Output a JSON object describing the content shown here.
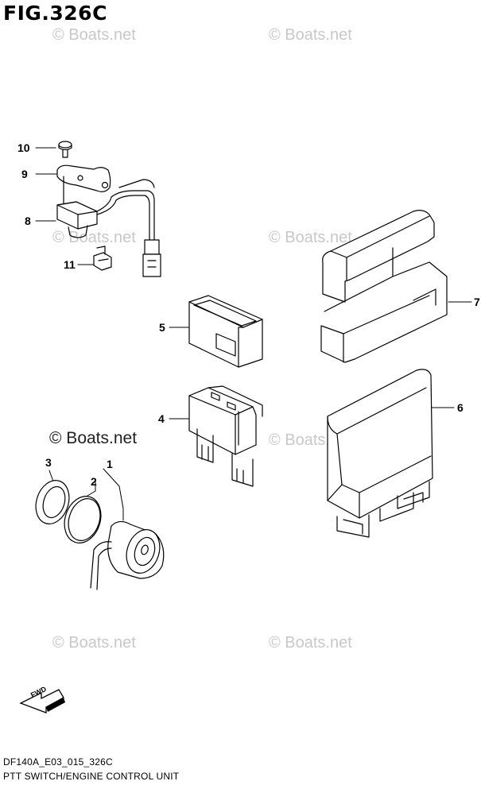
{
  "figure": {
    "title": "FIG.326C",
    "code": "DF140A_E03_015_326C",
    "caption": "PTT SWITCH/ENGINE CONTROL UNIT"
  },
  "watermarks": [
    "© Boats.net",
    "© Boats.net",
    "© Boats.net",
    "© Boats.net",
    "© Boats.net",
    "© Boats.net",
    "© Boats.net",
    "© Boats.net"
  ],
  "callouts": [
    "10",
    "9",
    "8",
    "11",
    "5",
    "7",
    "4",
    "6",
    "3",
    "2",
    "1"
  ],
  "direction_arrow": {
    "label": "FWD",
    "icon": "fwd-arrow-icon"
  }
}
